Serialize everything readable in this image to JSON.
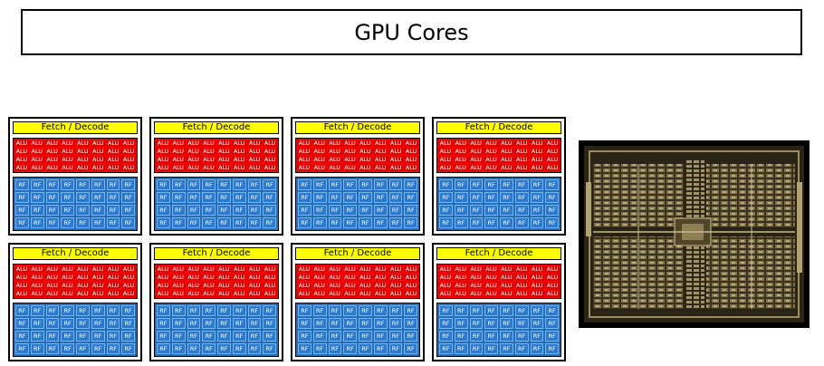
{
  "title": "GPU Cores",
  "core": {
    "fetch_label": "Fetch / Decode",
    "alu_label": "ALU",
    "rf_label": "RF"
  },
  "colors": {
    "fetch": "#ffff00",
    "alu": "#ff0000",
    "rf": "#1f6fc0"
  },
  "die_image": {
    "icon": "gpu-die-photo-icon"
  }
}
